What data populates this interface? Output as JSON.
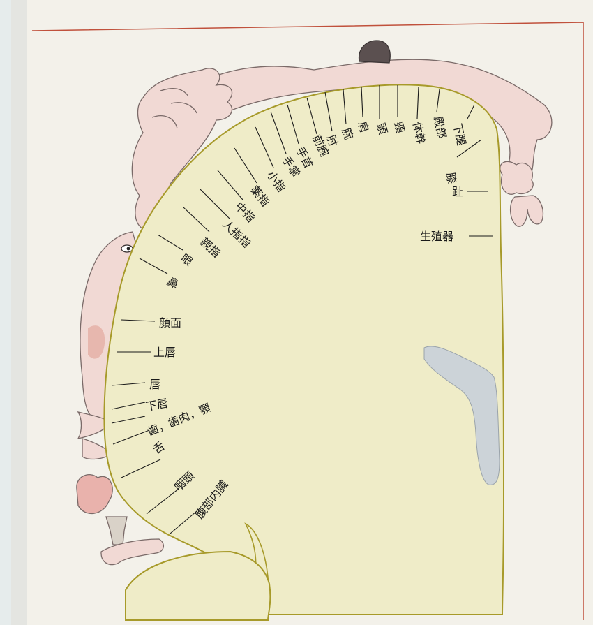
{
  "colors": {
    "page": "#f3f1ea",
    "frame": "#c0513c",
    "cortex_fill": "#efecc8",
    "cortex_stroke": "#a79a2a",
    "body_fill": "#f1d9d4",
    "body_stroke": "#7a6a68",
    "ventricle": "#ccd3d8",
    "leader": "#1a1a1a"
  },
  "labels": {
    "knee": "膝",
    "leg": "下腿",
    "hip": "殿部",
    "trunk": "体幹",
    "neck": "頸",
    "head": "頭",
    "shoulder": "肩",
    "arm": "腕",
    "elbow": "肘",
    "forearm": "前腕",
    "wrist": "手首",
    "hand": "手掌",
    "little_finger": "小指",
    "ring_finger": "薬指",
    "middle_finger": "中指",
    "index_finger": "人指指",
    "thumb": "親指",
    "eye": "眼",
    "nose": "鼻",
    "face": "顔面",
    "upper_lip": "上唇",
    "lips": "唇",
    "lower_lip": "下唇",
    "teeth": "歯，歯肉，顎",
    "tongue": "舌",
    "pharynx": "咽頭",
    "abdominal": "腹部内臓",
    "toes": "趾",
    "genitals": "生殖器"
  }
}
